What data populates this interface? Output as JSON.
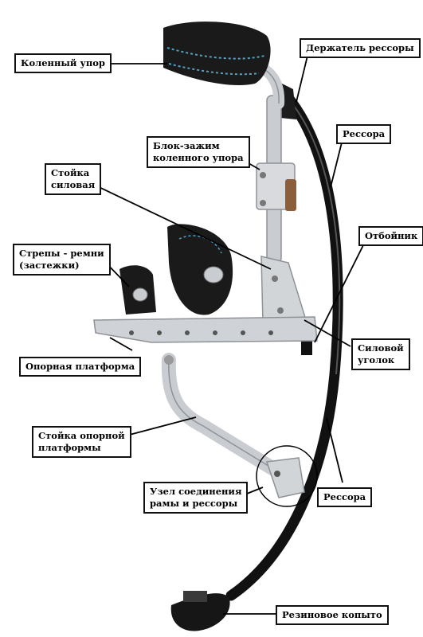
{
  "labels": {
    "knee_rest": "Коленный упор",
    "spring_holder": "Держатель рессоры",
    "spring_top": "Рессора",
    "knee_clamp": "Блок-зажим\nколенного  упора",
    "power_post": "Стойка\nсиловая",
    "bumper": "Отбойник",
    "straps": "Стрепы - ремни\n(застежки)",
    "power_bracket": "Силовой\nуголок",
    "platform": "Опорная платформа",
    "platform_post": "Стойка опорной\nплатформы",
    "frame_joint": "Узел соединения\nрамы и рессоры",
    "spring_bottom": "Рессора",
    "rubber_hoof": "Резиновое копыто"
  },
  "colors": {
    "spring": "#111111",
    "aluminum": "#c9ccd0",
    "aluminum_edge": "#8e9297",
    "padding": "#1a1a1a",
    "stitch": "#4da3c8",
    "leader": "#000000"
  }
}
